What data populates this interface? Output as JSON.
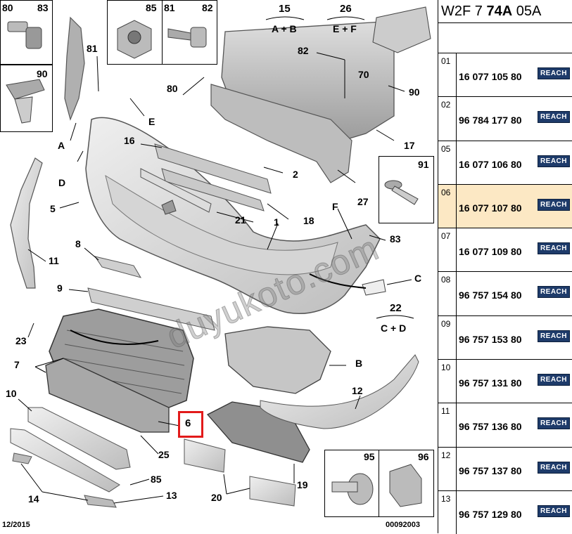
{
  "diagram": {
    "labels": {
      "n80a": "80",
      "n83a": "83",
      "n85": "85",
      "n81a": "81",
      "n82a": "82",
      "n90a": "90",
      "n81": "81",
      "n15": "15",
      "n26": "26",
      "grp15": "A + B",
      "grp26": "E + F",
      "n82": "82",
      "n70": "70",
      "n80": "80",
      "n90": "90",
      "lE": "E",
      "n16": "16",
      "lA": "A",
      "n17": "17",
      "n2": "2",
      "lD": "D",
      "n91": "91",
      "n5": "5",
      "n21": "21",
      "n18": "18",
      "lF": "F",
      "n27": "27",
      "n1": "1",
      "n83": "83",
      "n11": "11",
      "n8": "8",
      "lC": "C",
      "n9": "9",
      "n22": "22",
      "grp22": "C + D",
      "n23": "23",
      "n7": "7",
      "lB": "B",
      "n10": "10",
      "n12": "12",
      "n6": "6",
      "n25": "25",
      "n19": "19",
      "n95": "95",
      "n96": "96",
      "n85b": "85",
      "n14": "14",
      "n13": "13",
      "n20": "20"
    },
    "date": "12/2015",
    "ref": "00092003",
    "watermark": "duyukoto.com"
  },
  "panel": {
    "title_prefix": "W2F 7 ",
    "title_bold": "74A",
    "title_suffix": " 05A",
    "rows": [
      {
        "idx": "01",
        "pn": "16 077 105 80",
        "badge": "REACH",
        "selected": false
      },
      {
        "idx": "02",
        "pn": "96 784 177 80",
        "badge": "REACH",
        "selected": false
      },
      {
        "idx": "05",
        "pn": "16 077 106 80",
        "badge": "REACH",
        "selected": false
      },
      {
        "idx": "06",
        "pn": "16 077 107 80",
        "badge": "REACH",
        "selected": true
      },
      {
        "idx": "07",
        "pn": "16 077 109 80",
        "badge": "REACH",
        "selected": false
      },
      {
        "idx": "08",
        "pn": "96 757 154 80",
        "badge": "REACH",
        "selected": false
      },
      {
        "idx": "09",
        "pn": "96 757 153 80",
        "badge": "REACH",
        "selected": false
      },
      {
        "idx": "10",
        "pn": "96 757 131 80",
        "badge": "REACH",
        "selected": false
      },
      {
        "idx": "11",
        "pn": "96 757 136 80",
        "badge": "REACH",
        "selected": false
      },
      {
        "idx": "12",
        "pn": "96 757 137 80",
        "badge": "REACH",
        "selected": false
      },
      {
        "idx": "13",
        "pn": "96 757 129 80",
        "badge": "REACH",
        "selected": false
      }
    ],
    "colors": {
      "selected_row": "#fce8c4",
      "badge_bg": "#1e3b6a",
      "highlight": "#e21a1a"
    }
  }
}
